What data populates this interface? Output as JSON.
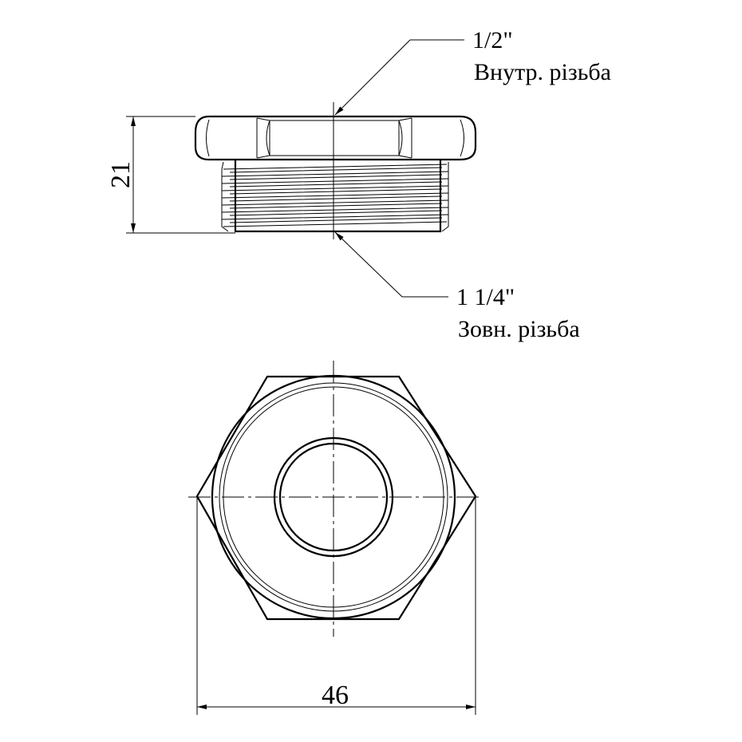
{
  "callouts": {
    "internal_thread": {
      "size": "1/2\"",
      "label": "Внутр. різьба"
    },
    "external_thread": {
      "size": "1 1/4\"",
      "label": "Зовн. різьба"
    }
  },
  "dimensions": {
    "height": "21",
    "width": "46"
  }
}
